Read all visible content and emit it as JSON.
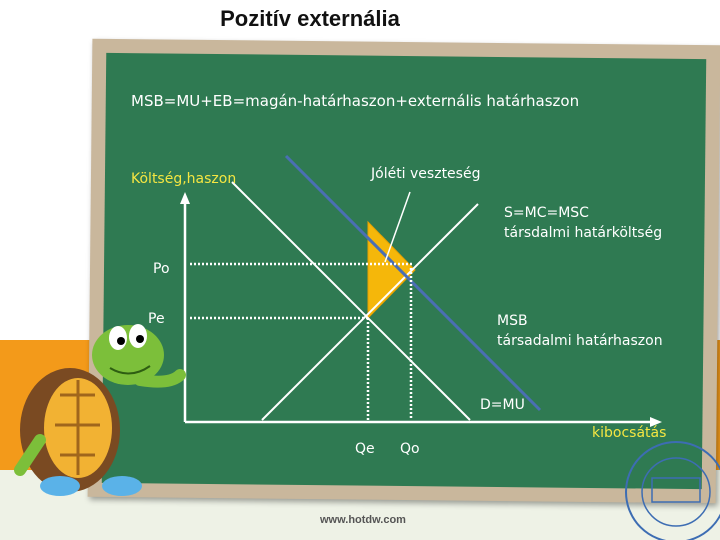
{
  "title": "Pozitív externália",
  "formula": "MSB=MU+EB=magán-határhaszon+externális határhaszon",
  "y_axis_label": "Költség,haszon",
  "x_axis_label": "kibocsátás",
  "welfare_loss_label": "Jóléti veszteség",
  "supply_label_line1": "S=MC=MSC",
  "supply_label_line2": "társdalmi határköltség",
  "msb_label_line1": "MSB",
  "msb_label_line2": "társadalmi határhaszon",
  "demand_label": "D=MU",
  "price_optimal": "Po",
  "price_equilibrium": "Pe",
  "quantity_equilibrium": "Qe",
  "quantity_optimal": "Qo",
  "credit": "www.hotdw.com",
  "colors": {
    "board": "#2f7a52",
    "msb_line": "#4a6fb3",
    "triangle": "#f5b70a",
    "wall": "#f39a1a"
  }
}
